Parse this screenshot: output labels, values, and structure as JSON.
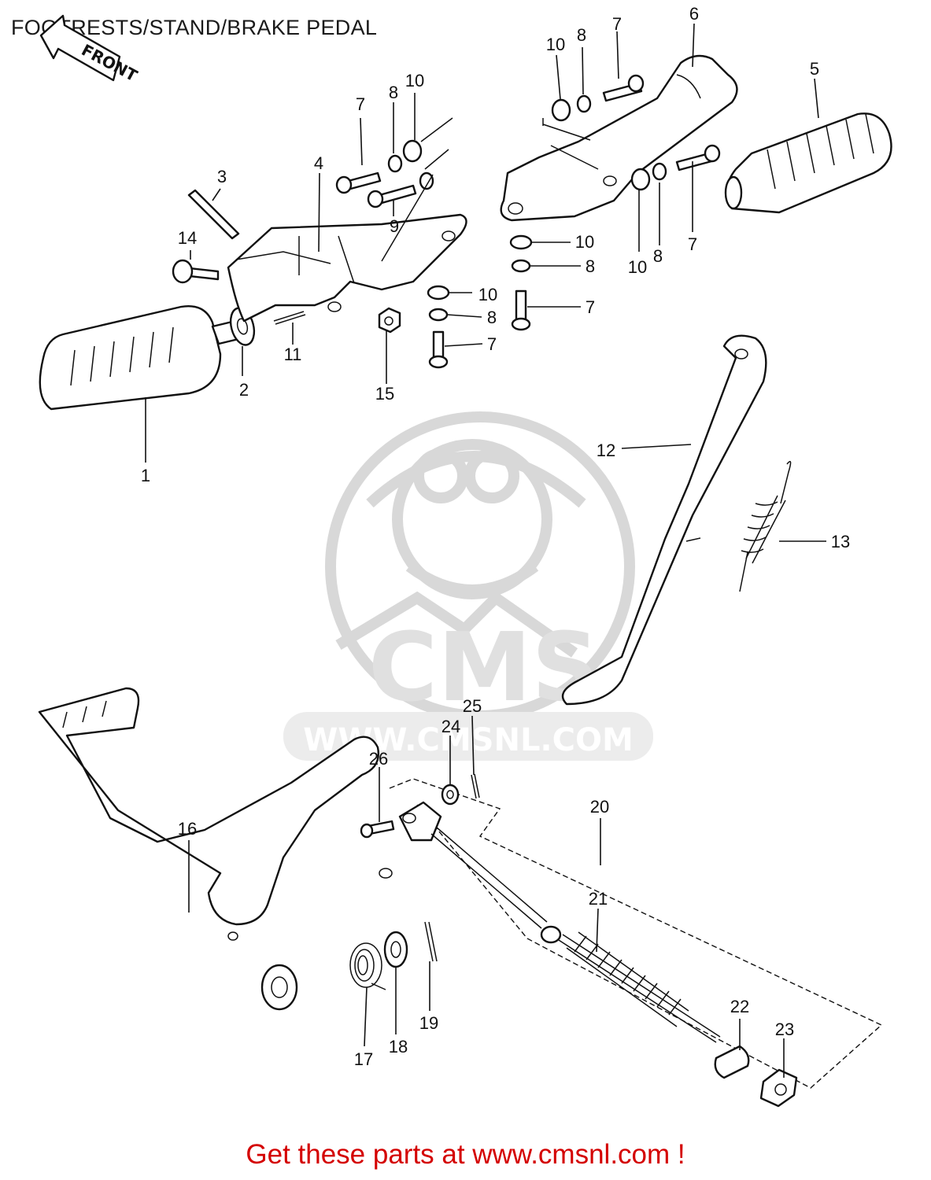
{
  "header": {
    "title": "FOOTRESTS/STAND/BRAKE PEDAL"
  },
  "front_label": "FRONT",
  "watermark": {
    "logo_text": "CMS",
    "url_text": "WWW.CMSNL.COM"
  },
  "callouts": {
    "c1": "1",
    "c2": "2",
    "c3": "3",
    "c4": "4",
    "c5": "5",
    "c6": "6",
    "c7a": "7",
    "c7b": "7",
    "c7c": "7",
    "c7d": "7",
    "c7e": "7",
    "c8a": "8",
    "c8b": "8",
    "c8c": "8",
    "c8d": "8",
    "c8e": "8",
    "c9": "9",
    "c10a": "10",
    "c10b": "10",
    "c10c": "10",
    "c10d": "10",
    "c10e": "10",
    "c11": "11",
    "c12": "12",
    "c13": "13",
    "c14": "14",
    "c15": "15",
    "c16": "16",
    "c17": "17",
    "c18": "18",
    "c19": "19",
    "c20": "20",
    "c21": "21",
    "c22": "22",
    "c23": "23",
    "c24": "24",
    "c25": "25",
    "c26": "26"
  },
  "footer": {
    "cta": "Get these parts at www.cmsnl.com !"
  },
  "colors": {
    "cta": "#d40000",
    "line": "#111111",
    "watermark": "#e0e0e0"
  }
}
